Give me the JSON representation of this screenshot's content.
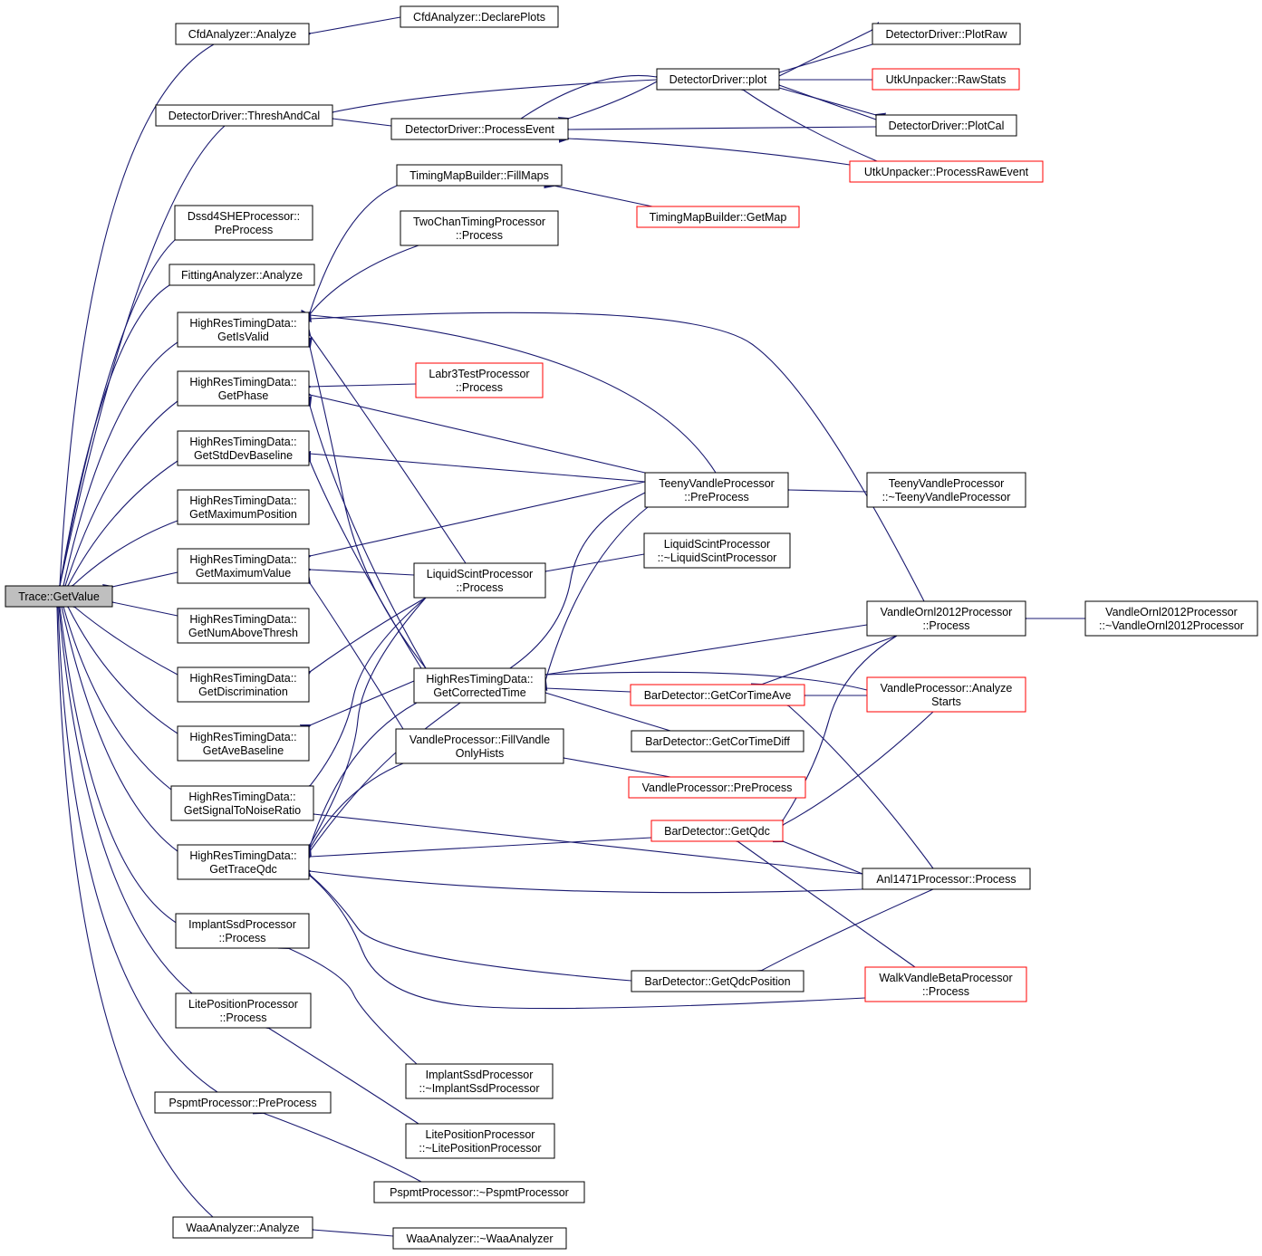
{
  "diagram": {
    "type": "doxygen-caller-graph",
    "colors": {
      "edge": "#191970",
      "node_border": "#000000",
      "truncated_node_border": "#ff0000",
      "root_fill": "#bfbfbf",
      "node_fill": "#ffffff"
    },
    "nodes": [
      {
        "id": "n0",
        "lines": [
          "Trace::GetValue"
        ],
        "style": "root"
      },
      {
        "id": "n1",
        "lines": [
          "CfdAnalyzer::Analyze"
        ],
        "style": "normal"
      },
      {
        "id": "n2",
        "lines": [
          "DetectorDriver::ThreshAndCal"
        ],
        "style": "normal"
      },
      {
        "id": "n3",
        "lines": [
          "Dssd4SHEProcessor::",
          "PreProcess"
        ],
        "style": "normal"
      },
      {
        "id": "n4",
        "lines": [
          "FittingAnalyzer::Analyze"
        ],
        "style": "normal"
      },
      {
        "id": "n5",
        "lines": [
          "HighResTimingData::",
          "GetIsValid"
        ],
        "style": "normal"
      },
      {
        "id": "n6",
        "lines": [
          "HighResTimingData::",
          "GetPhase"
        ],
        "style": "normal"
      },
      {
        "id": "n7",
        "lines": [
          "HighResTimingData::",
          "GetStdDevBaseline"
        ],
        "style": "normal"
      },
      {
        "id": "n8",
        "lines": [
          "HighResTimingData::",
          "GetMaximumPosition"
        ],
        "style": "normal"
      },
      {
        "id": "n9",
        "lines": [
          "HighResTimingData::",
          "GetMaximumValue"
        ],
        "style": "normal"
      },
      {
        "id": "n10",
        "lines": [
          "HighResTimingData::",
          "GetNumAboveThresh"
        ],
        "style": "normal"
      },
      {
        "id": "n11",
        "lines": [
          "HighResTimingData::",
          "GetDiscrimination"
        ],
        "style": "normal"
      },
      {
        "id": "n12",
        "lines": [
          "HighResTimingData::",
          "GetAveBaseline"
        ],
        "style": "normal"
      },
      {
        "id": "n13",
        "lines": [
          "HighResTimingData::",
          "GetSignalToNoiseRatio"
        ],
        "style": "normal"
      },
      {
        "id": "n14",
        "lines": [
          "HighResTimingData::",
          "GetTraceQdc"
        ],
        "style": "normal"
      },
      {
        "id": "n15",
        "lines": [
          "ImplantSsdProcessor",
          "::Process"
        ],
        "style": "normal"
      },
      {
        "id": "n16",
        "lines": [
          "LitePositionProcessor",
          "::Process"
        ],
        "style": "normal"
      },
      {
        "id": "n17",
        "lines": [
          "PspmtProcessor::PreProcess"
        ],
        "style": "normal"
      },
      {
        "id": "n18",
        "lines": [
          "WaaAnalyzer::Analyze"
        ],
        "style": "normal"
      },
      {
        "id": "n19",
        "lines": [
          "CfdAnalyzer::DeclarePlots"
        ],
        "style": "normal"
      },
      {
        "id": "n20",
        "lines": [
          "DetectorDriver::ProcessEvent"
        ],
        "style": "normal"
      },
      {
        "id": "n21",
        "lines": [
          "DetectorDriver::plot"
        ],
        "style": "normal"
      },
      {
        "id": "n22",
        "lines": [
          "TimingMapBuilder::FillMaps"
        ],
        "style": "normal"
      },
      {
        "id": "n23",
        "lines": [
          "TwoChanTimingProcessor",
          "::Process"
        ],
        "style": "normal"
      },
      {
        "id": "n24",
        "lines": [
          "Labr3TestProcessor",
          "::Process"
        ],
        "style": "truncated"
      },
      {
        "id": "n25",
        "lines": [
          "LiquidScintProcessor",
          "::Process"
        ],
        "style": "normal"
      },
      {
        "id": "n26",
        "lines": [
          "HighResTimingData::",
          "GetCorrectedTime"
        ],
        "style": "normal"
      },
      {
        "id": "n27",
        "lines": [
          "VandleProcessor::FillVandle",
          "OnlyHists"
        ],
        "style": "normal"
      },
      {
        "id": "n28",
        "lines": [
          "ImplantSsdProcessor",
          "::~ImplantSsdProcessor"
        ],
        "style": "normal"
      },
      {
        "id": "n29",
        "lines": [
          "LitePositionProcessor",
          "::~LitePositionProcessor"
        ],
        "style": "normal"
      },
      {
        "id": "n30",
        "lines": [
          "PspmtProcessor::~PspmtProcessor"
        ],
        "style": "normal"
      },
      {
        "id": "n31",
        "lines": [
          "WaaAnalyzer::~WaaAnalyzer"
        ],
        "style": "normal"
      },
      {
        "id": "n32",
        "lines": [
          "TimingMapBuilder::GetMap"
        ],
        "style": "truncated"
      },
      {
        "id": "n33",
        "lines": [
          "TeenyVandleProcessor",
          "::PreProcess"
        ],
        "style": "normal"
      },
      {
        "id": "n34",
        "lines": [
          "LiquidScintProcessor",
          "::~LiquidScintProcessor"
        ],
        "style": "normal"
      },
      {
        "id": "n35",
        "lines": [
          "BarDetector::GetCorTimeAve"
        ],
        "style": "truncated"
      },
      {
        "id": "n36",
        "lines": [
          "BarDetector::GetCorTimeDiff"
        ],
        "style": "normal"
      },
      {
        "id": "n37",
        "lines": [
          "VandleProcessor::PreProcess"
        ],
        "style": "truncated"
      },
      {
        "id": "n38",
        "lines": [
          "BarDetector::GetQdc"
        ],
        "style": "truncated"
      },
      {
        "id": "n39",
        "lines": [
          "BarDetector::GetQdcPosition"
        ],
        "style": "normal"
      },
      {
        "id": "n40",
        "lines": [
          "DetectorDriver::PlotRaw"
        ],
        "style": "normal"
      },
      {
        "id": "n41",
        "lines": [
          "UtkUnpacker::RawStats"
        ],
        "style": "truncated"
      },
      {
        "id": "n42",
        "lines": [
          "DetectorDriver::PlotCal"
        ],
        "style": "normal"
      },
      {
        "id": "n43",
        "lines": [
          "UtkUnpacker::ProcessRawEvent"
        ],
        "style": "truncated"
      },
      {
        "id": "n44",
        "lines": [
          "TeenyVandleProcessor",
          "::~TeenyVandleProcessor"
        ],
        "style": "normal"
      },
      {
        "id": "n45",
        "lines": [
          "VandleOrnl2012Processor",
          "::Process"
        ],
        "style": "normal"
      },
      {
        "id": "n46",
        "lines": [
          "VandleProcessor::Analyze",
          "Starts"
        ],
        "style": "truncated"
      },
      {
        "id": "n47",
        "lines": [
          "Anl1471Processor::Process"
        ],
        "style": "normal"
      },
      {
        "id": "n48",
        "lines": [
          "WalkVandleBetaProcessor",
          "::Process"
        ],
        "style": "truncated"
      },
      {
        "id": "n49",
        "lines": [
          "VandleOrnl2012Processor",
          "::~VandleOrnl2012Processor"
        ],
        "style": "normal"
      }
    ],
    "edges": [
      [
        "n1",
        "n0"
      ],
      [
        "n2",
        "n0"
      ],
      [
        "n3",
        "n0"
      ],
      [
        "n4",
        "n0"
      ],
      [
        "n5",
        "n0"
      ],
      [
        "n6",
        "n0"
      ],
      [
        "n7",
        "n0"
      ],
      [
        "n8",
        "n0"
      ],
      [
        "n9",
        "n0"
      ],
      [
        "n10",
        "n0"
      ],
      [
        "n11",
        "n0"
      ],
      [
        "n12",
        "n0"
      ],
      [
        "n13",
        "n0"
      ],
      [
        "n14",
        "n0"
      ],
      [
        "n15",
        "n0"
      ],
      [
        "n16",
        "n0"
      ],
      [
        "n17",
        "n0"
      ],
      [
        "n18",
        "n0"
      ],
      [
        "n19",
        "n1"
      ],
      [
        "n20",
        "n2"
      ],
      [
        "n21",
        "n2"
      ],
      [
        "n21",
        "n20"
      ],
      [
        "n42",
        "n20"
      ],
      [
        "n43",
        "n20"
      ],
      [
        "n20",
        "n21"
      ],
      [
        "n40",
        "n21"
      ],
      [
        "n41",
        "n21"
      ],
      [
        "n42",
        "n21"
      ],
      [
        "n43",
        "n21"
      ],
      [
        "n21",
        "n40"
      ],
      [
        "n21",
        "n42"
      ],
      [
        "n22",
        "n5"
      ],
      [
        "n23",
        "n5"
      ],
      [
        "n25",
        "n5"
      ],
      [
        "n26",
        "n5"
      ],
      [
        "n33",
        "n5"
      ],
      [
        "n45",
        "n5"
      ],
      [
        "n24",
        "n6"
      ],
      [
        "n26",
        "n6"
      ],
      [
        "n33",
        "n6"
      ],
      [
        "n26",
        "n7"
      ],
      [
        "n33",
        "n7"
      ],
      [
        "n25",
        "n9"
      ],
      [
        "n27",
        "n9"
      ],
      [
        "n33",
        "n9"
      ],
      [
        "n25",
        "n11"
      ],
      [
        "n26",
        "n12"
      ],
      [
        "n25",
        "n13"
      ],
      [
        "n47",
        "n13"
      ],
      [
        "n25",
        "n14"
      ],
      [
        "n26",
        "n14"
      ],
      [
        "n27",
        "n14"
      ],
      [
        "n33",
        "n14"
      ],
      [
        "n38",
        "n14"
      ],
      [
        "n39",
        "n14"
      ],
      [
        "n47",
        "n14"
      ],
      [
        "n48",
        "n14"
      ],
      [
        "n28",
        "n15"
      ],
      [
        "n29",
        "n16"
      ],
      [
        "n30",
        "n17"
      ],
      [
        "n31",
        "n18"
      ],
      [
        "n32",
        "n22"
      ],
      [
        "n34",
        "n25"
      ],
      [
        "n33",
        "n26"
      ],
      [
        "n35",
        "n26"
      ],
      [
        "n36",
        "n26"
      ],
      [
        "n45",
        "n26"
      ],
      [
        "n46",
        "n26"
      ],
      [
        "n37",
        "n27"
      ],
      [
        "n44",
        "n33"
      ],
      [
        "n45",
        "n35"
      ],
      [
        "n46",
        "n35"
      ],
      [
        "n47",
        "n35"
      ],
      [
        "n45",
        "n38"
      ],
      [
        "n46",
        "n38"
      ],
      [
        "n47",
        "n38"
      ],
      [
        "n48",
        "n38"
      ],
      [
        "n47",
        "n39"
      ],
      [
        "n49",
        "n45"
      ]
    ]
  }
}
